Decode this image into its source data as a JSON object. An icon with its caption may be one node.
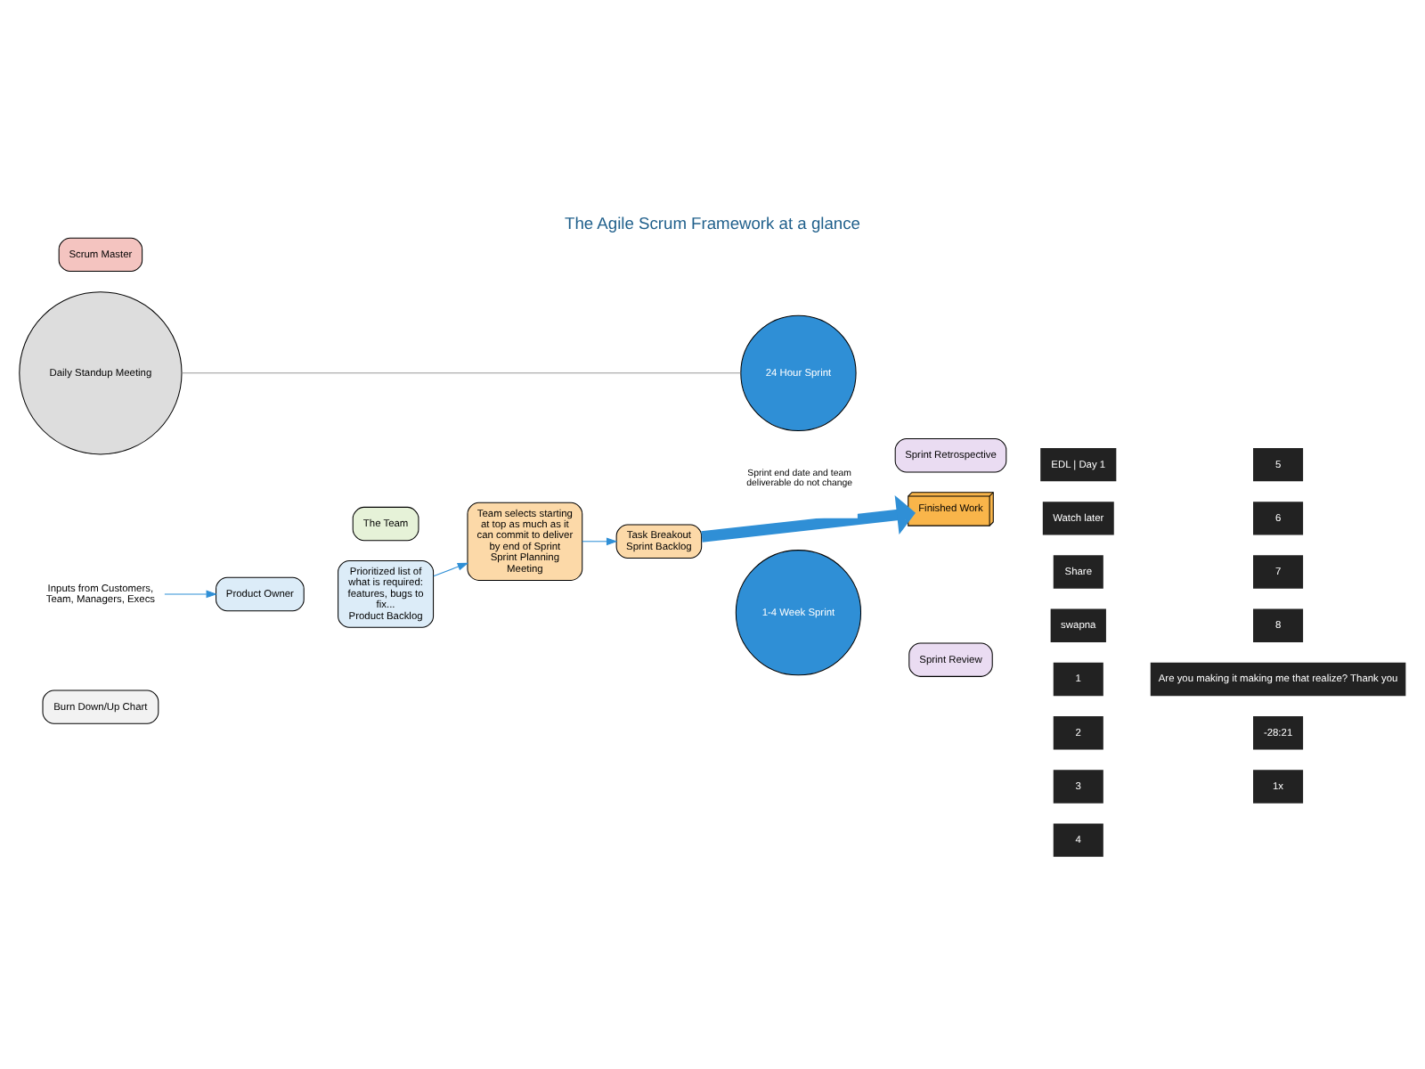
{
  "diagram": {
    "title": "The Agile Scrum Framework at a glance",
    "nodes": [
      {
        "text": [
          "Inputs from Customers, Team, Managers, Execs"
        ]
      },
      {
        "text": [
          "Product Owner"
        ]
      },
      {
        "text": [
          "The Team"
        ]
      },
      {
        "text": [
          "Prioritized list of what is required: features, bugs to fix...",
          "Product Backlog"
        ]
      },
      {
        "text": [
          "Team selects starting at top as much as it can commit to deliver by end of Sprint",
          "Sprint Planning Meeting"
        ]
      },
      {
        "text": [
          "Task Breakout",
          "Sprint Backlog"
        ]
      },
      {
        "text": [
          "1-4 Week Sprint"
        ]
      },
      {
        "text": [
          "24 Hour Sprint"
        ]
      },
      {
        "text": [
          "Daily Standup Meeting"
        ]
      },
      {
        "text": [
          "Scrum Master"
        ]
      },
      {
        "text": [
          "Burn Down/Up Chart"
        ]
      },
      {
        "text": [
          "Sprint Review"
        ]
      },
      {
        "text": [
          "Finished Work"
        ]
      },
      {
        "text": [
          "Sprint Retrospective"
        ]
      }
    ],
    "edges": [
      {
        "from": 0,
        "to": 1,
        "arrow": "to"
      },
      {
        "from": 3,
        "to": 4,
        "arrow": "to"
      },
      {
        "from": 4,
        "to": 5,
        "arrow": "to"
      },
      {
        "from": 5,
        "to": 12,
        "arrow": "to",
        "label": "Sprint end date and team deliverable do not change",
        "style": "thick"
      },
      {
        "from": 8,
        "to": 7,
        "arrow": "none",
        "color": "#999999"
      }
    ],
    "labels": [
      "EDL | Day 1",
      "Watch later",
      "Share",
      "swapna",
      "1",
      "2",
      "3",
      "4",
      "5",
      "6",
      "7",
      "8",
      "Are you making it making me that realize? Thank you",
      "-28:21",
      "1x"
    ]
  }
}
